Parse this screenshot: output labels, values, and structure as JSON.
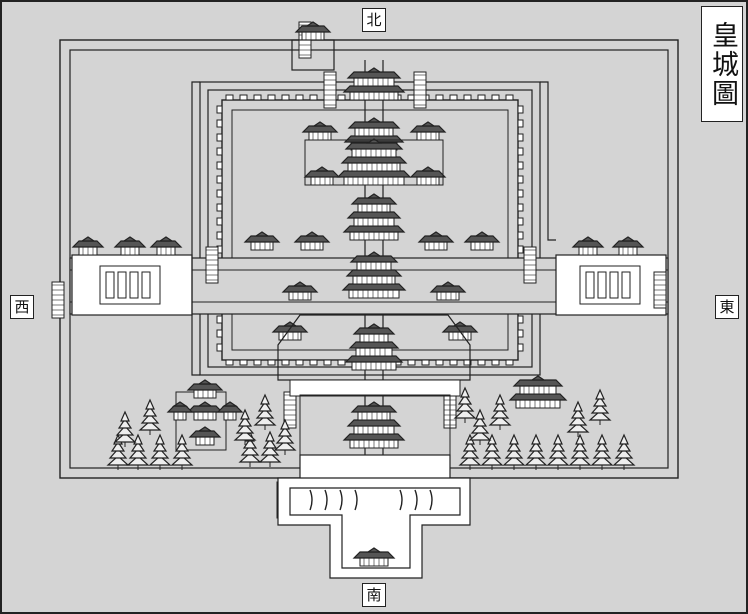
{
  "title": "皇城圖",
  "directions": {
    "north": "北",
    "south": "南",
    "east": "東",
    "west": "西"
  },
  "colors": {
    "background": "#d4d4d4",
    "ink": "#222222",
    "paper": "#ffffff"
  }
}
